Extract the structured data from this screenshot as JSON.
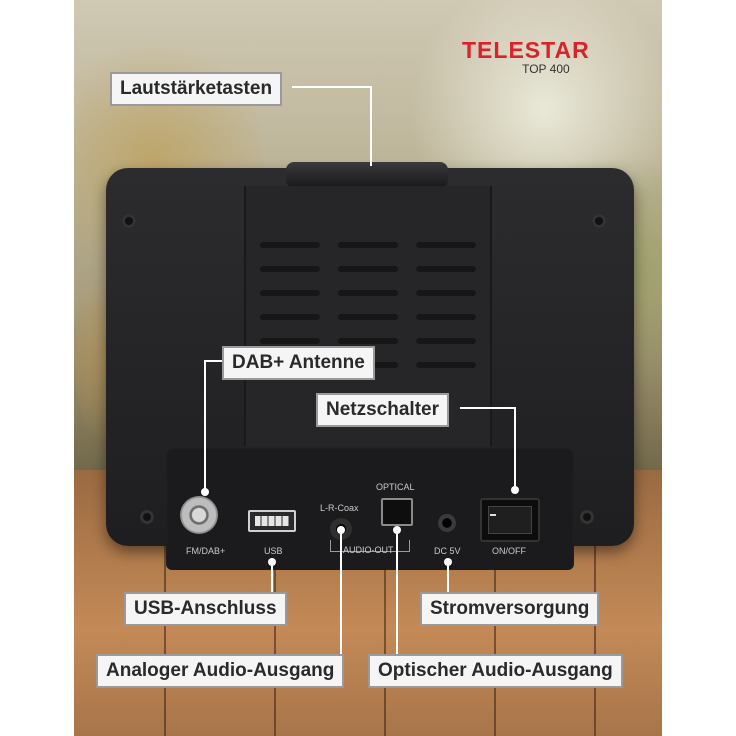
{
  "brand": {
    "name": "TELESTAR",
    "model": "TOP 400",
    "color": "#d9232b"
  },
  "port_labels": {
    "antenna": "FM/DAB+",
    "usb": "USB",
    "coax": "L-R-Coax",
    "optical": "OPTICAL",
    "audio_out": "AUDIO-OUT",
    "dc": "DC 5V",
    "power": "ON/OFF"
  },
  "callouts": {
    "volume": "Lautstärketasten",
    "antenna": "DAB+ Antenne",
    "power_switch": "Netzschalter",
    "usb": "USB-Anschluss",
    "power_supply": "Stromversorgung",
    "analog_out": "Analoger Audio-Ausgang",
    "optical_out": "Optischer Audio-Ausgang"
  }
}
